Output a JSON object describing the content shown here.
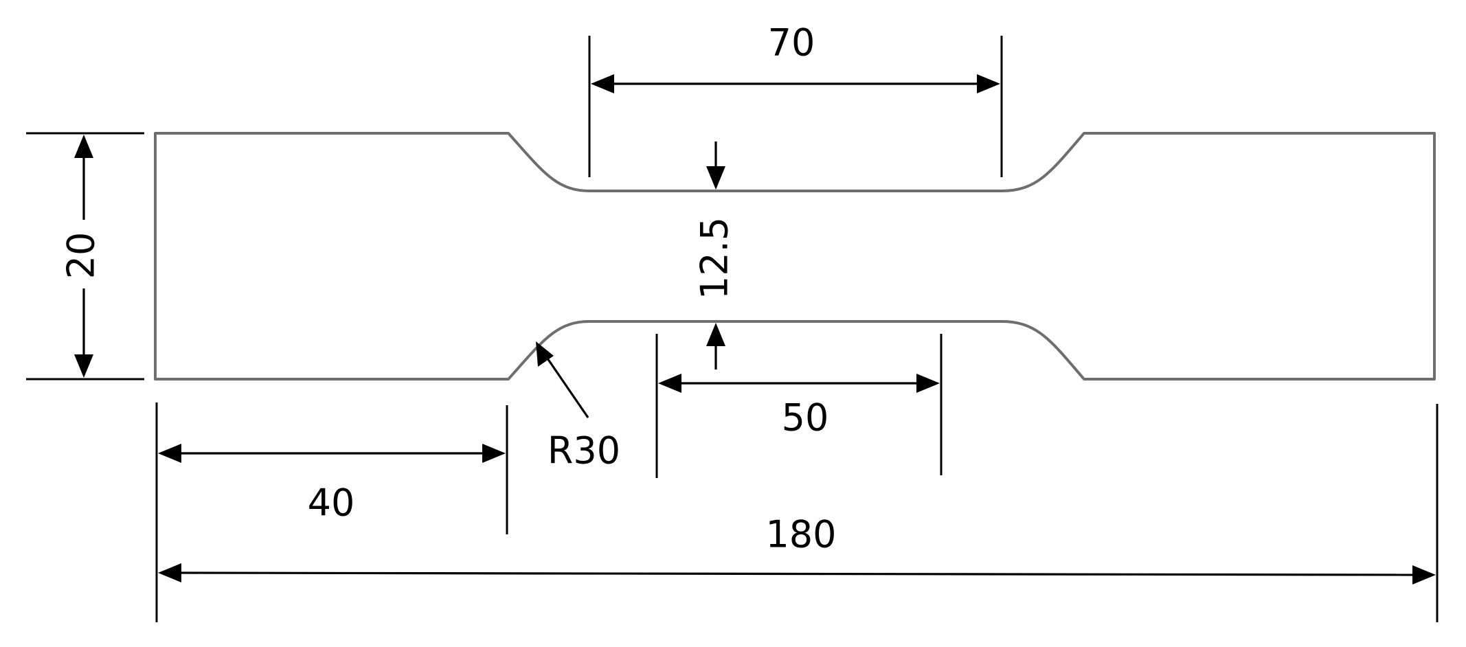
{
  "dimensions": {
    "overall_length": "180",
    "grip_length": "40",
    "grip_width": "20",
    "gauge_width": "12.5",
    "parallel_length": "70",
    "gauge_length": "50",
    "fillet_radius": "R30"
  },
  "colors": {
    "outline": "#6e6e6e",
    "dimension_lines": "#000000",
    "background": "#ffffff"
  }
}
